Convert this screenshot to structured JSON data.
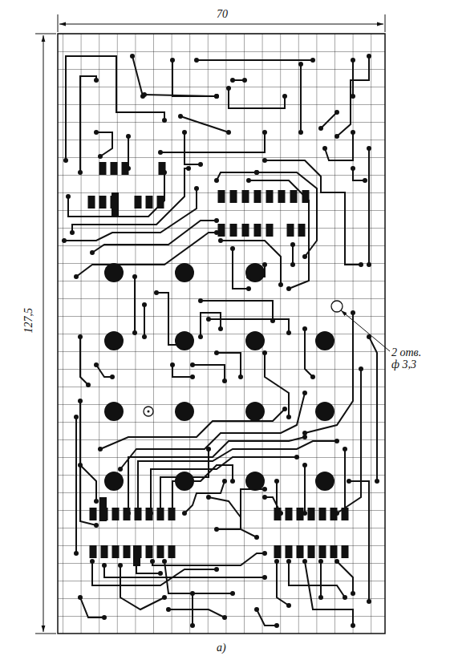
{
  "diagram": {
    "caption": "а)",
    "labels": [
      "70",
      "127,5",
      "2 отв. ф 3,3"
    ]
  }
}
